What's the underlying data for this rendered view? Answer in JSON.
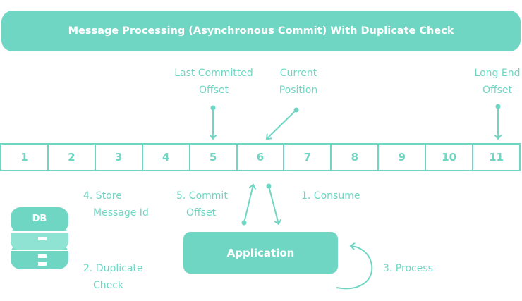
{
  "title": "Message Processing (Asynchronous Commit) With Duplicate Check",
  "pointers": {
    "last_committed": [
      "Last Committed",
      "Offset"
    ],
    "current": [
      "Current",
      "Position"
    ],
    "long_end": [
      "Long End",
      "Offset"
    ]
  },
  "offsets": [
    "1",
    "2",
    "3",
    "4",
    "5",
    "6",
    "7",
    "8",
    "9",
    "10",
    "11"
  ],
  "application": "Application",
  "database": "DB",
  "steps": {
    "consume": "1. Consume",
    "duplicate_check": [
      "2. Duplicate",
      "Check"
    ],
    "process": "3. Process",
    "store": [
      "4. Store",
      "Message Id"
    ],
    "commit": [
      "5. Commit",
      "Offset"
    ]
  },
  "colors": {
    "accent": "#6fd6c3",
    "accent_light": "#8fe3d3",
    "text_on_accent": "#ffffff"
  }
}
